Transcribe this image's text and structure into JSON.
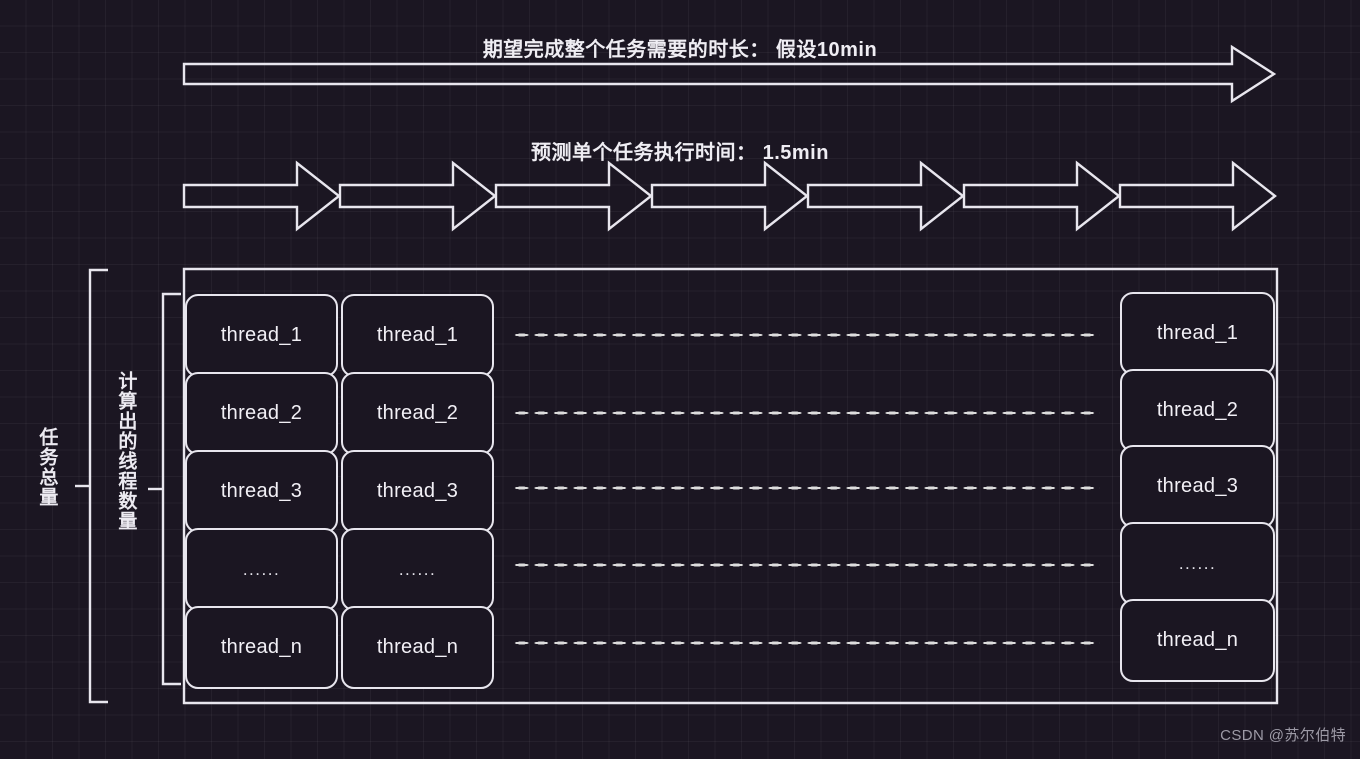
{
  "meta": {
    "background_color": "#1b1622",
    "stroke_color": "#e8e6ee",
    "text_color": "#f2f0f6",
    "grid_color": "#2a2433"
  },
  "titles": {
    "total_duration": "期望完成整个任务需要的时长： 假设10min",
    "single_task": "预测单个任务执行时间： 1.5min"
  },
  "arrows": {
    "total_arrow_label": "whole-task-duration-arrow",
    "segment_count": 7,
    "segment_label": "single-task-arrow"
  },
  "braces": {
    "total_tasks_label": "任务总量",
    "thread_count_label": "计算出的线程数量"
  },
  "thread_grid": {
    "columns": [
      {
        "name": "column-1",
        "cells": [
          "thread_1",
          "thread_2",
          "thread_3",
          "......",
          "thread_n"
        ]
      },
      {
        "name": "column-2",
        "cells": [
          "thread_1",
          "thread_2",
          "thread_3",
          "......",
          "thread_n"
        ]
      },
      {
        "name": "column-last",
        "cells": [
          "thread_1",
          "thread_2",
          "thread_3",
          "......",
          "thread_n"
        ]
      }
    ],
    "ellipsis_rows": 5
  },
  "watermark": {
    "text": "CSDN @苏尔伯特"
  }
}
